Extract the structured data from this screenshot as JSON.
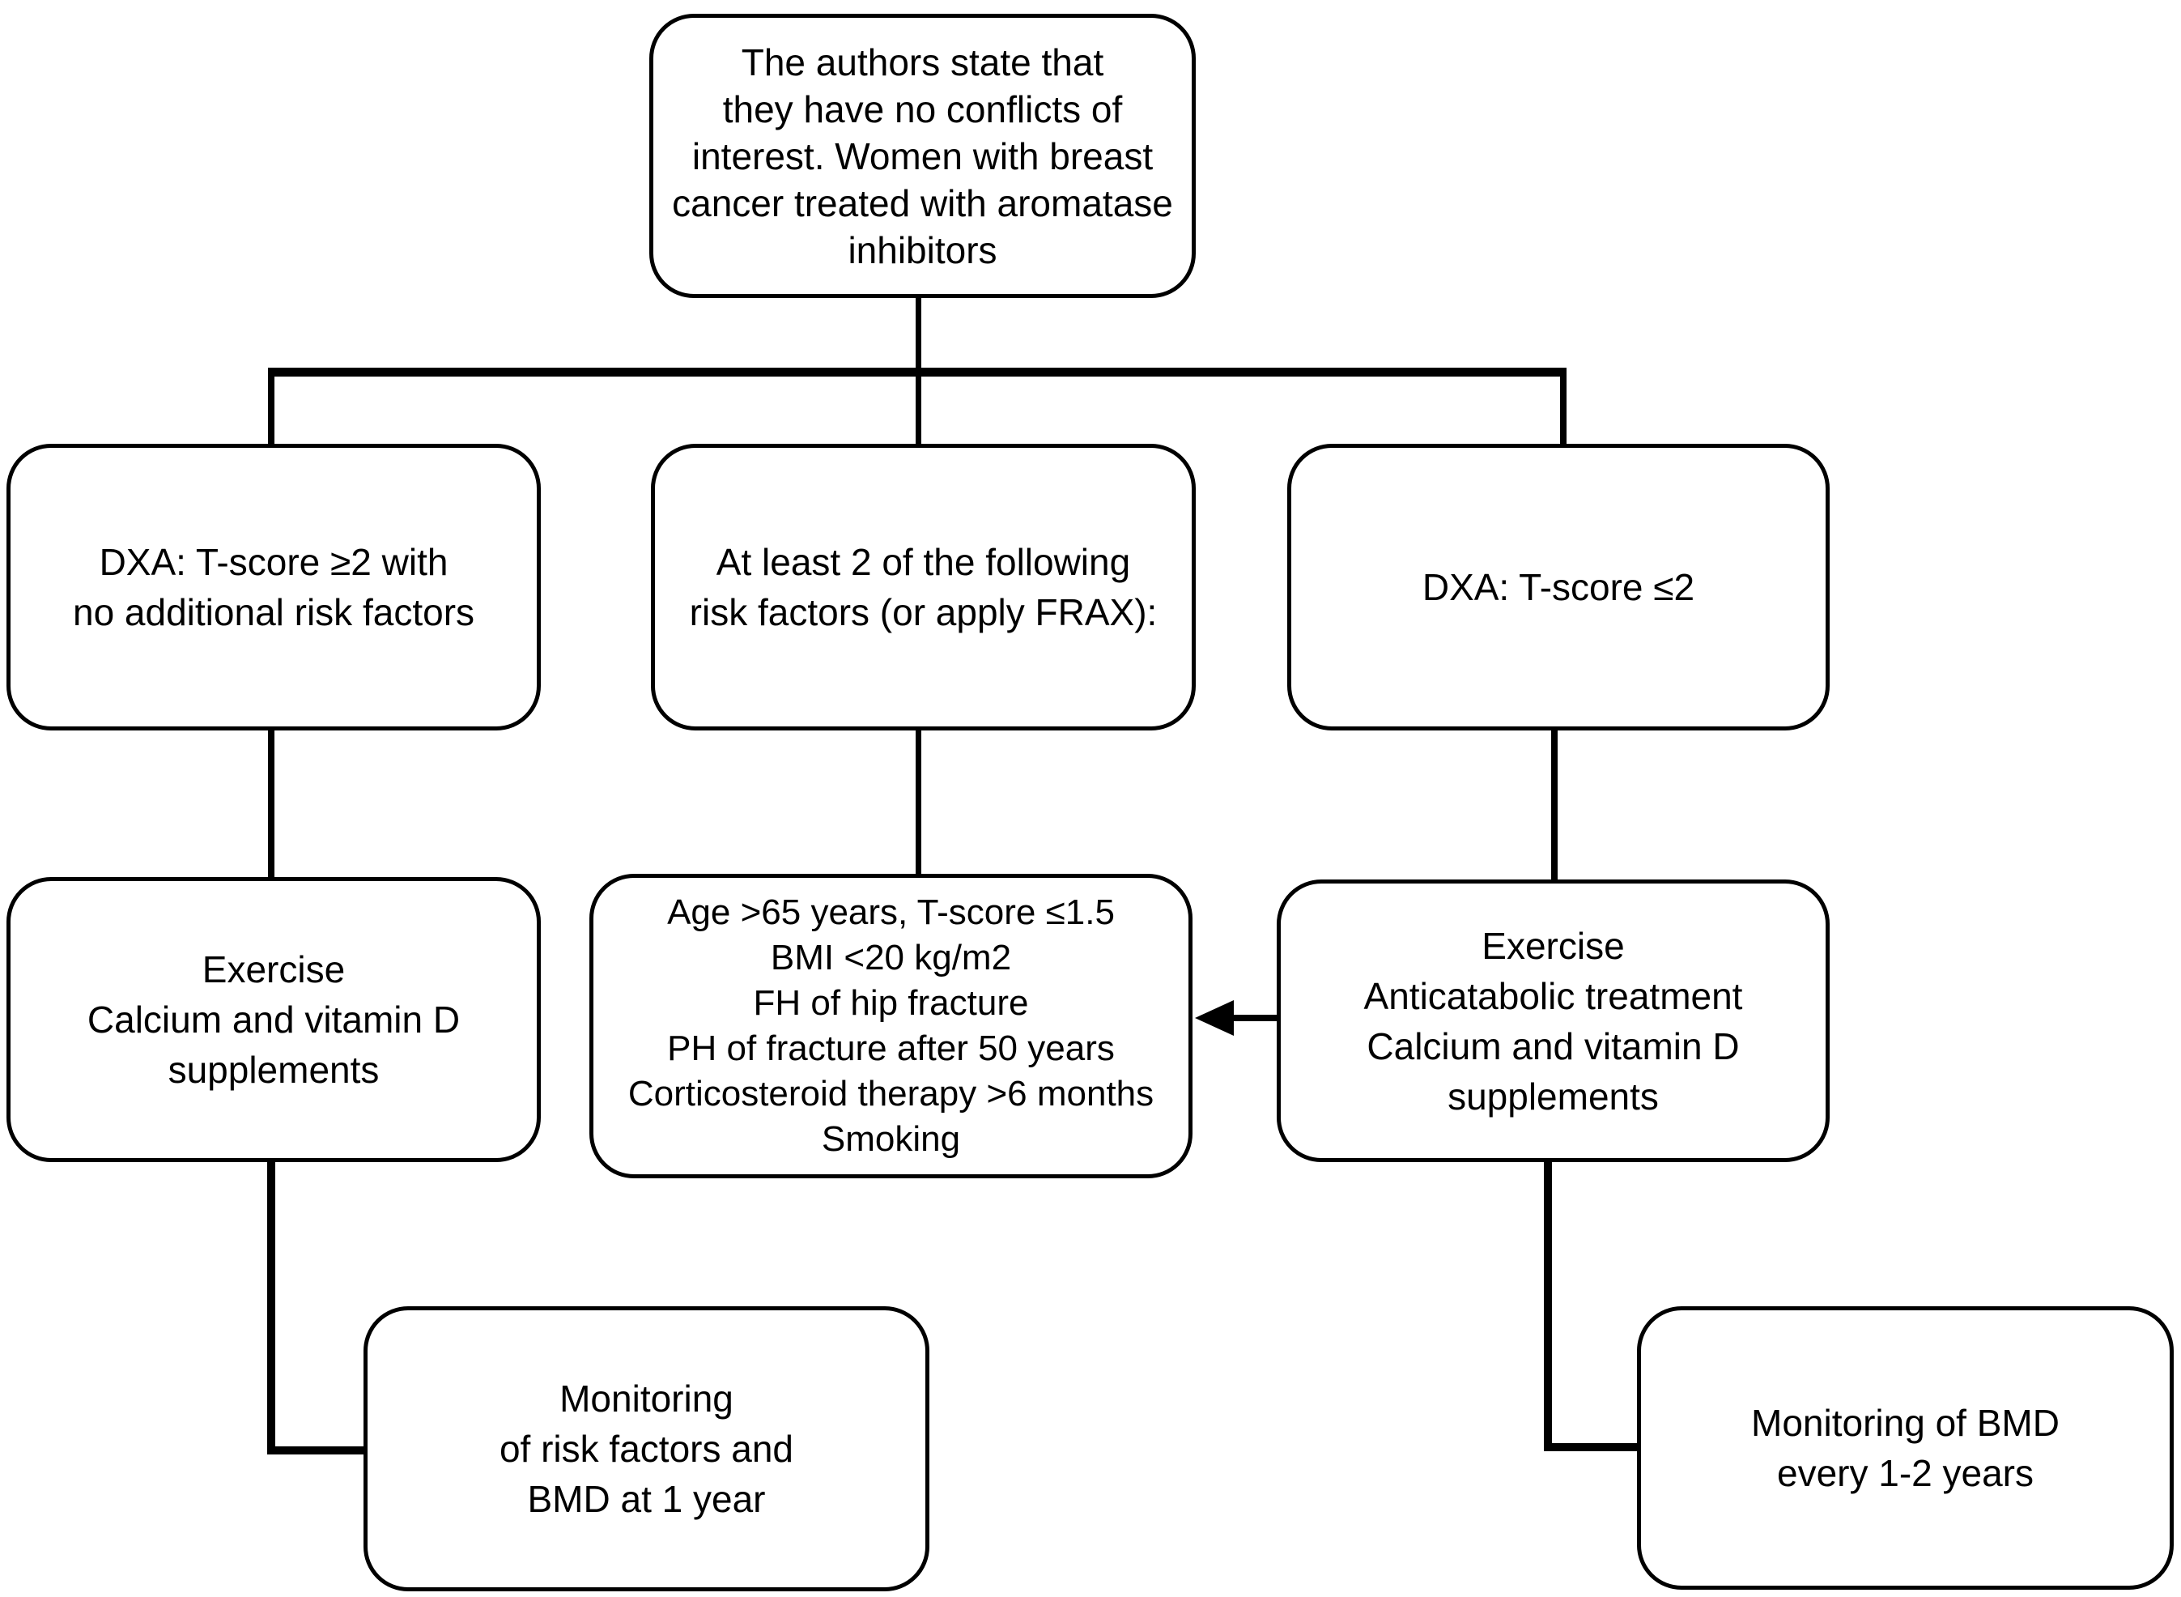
{
  "diagram": {
    "type": "flowchart",
    "background_color": "#ffffff",
    "line_color": "#000000",
    "nodes": {
      "conflicts": {
        "lines": [
          "The authors state that",
          "they have no conflicts of",
          "interest. Women with breast",
          "cancer treated with aromatase",
          "inhibitors"
        ]
      },
      "dxa_high": {
        "lines": [
          "DXA: T-score ≥2 with",
          "no additional risk factors"
        ]
      },
      "risk_factors_header": {
        "lines": [
          "At least 2 of the following",
          "risk factors (or apply FRAX):"
        ]
      },
      "dxa_low": {
        "lines": [
          "DXA: T-score ≤2"
        ]
      },
      "exercise_supplements": {
        "lines": [
          "Exercise",
          "Calcium and vitamin D",
          "supplements"
        ]
      },
      "risk_factor_list": {
        "lines": [
          "Age >65 years, T-score ≤1.5",
          "BMI <20 kg/m2",
          "FH of hip fracture",
          "PH of fracture after 50 years",
          "Corticosteroid therapy >6 months",
          "Smoking"
        ]
      },
      "exercise_anticatabolic": {
        "lines": [
          "Exercise",
          "Anticatabolic treatment",
          "Calcium and vitamin D",
          "supplements"
        ]
      },
      "monitoring_risk": {
        "lines": [
          "Monitoring",
          "of risk factors and",
          "BMD at 1 year"
        ]
      },
      "monitoring_bmd": {
        "lines": [
          "Monitoring of BMD",
          "every 1-2 years"
        ]
      }
    },
    "edges": [
      {
        "from": "conflicts",
        "to": "dxa_high",
        "style": "line"
      },
      {
        "from": "conflicts",
        "to": "risk_factors_header",
        "style": "line"
      },
      {
        "from": "conflicts",
        "to": "dxa_low",
        "style": "line"
      },
      {
        "from": "dxa_high",
        "to": "exercise_supplements",
        "style": "line"
      },
      {
        "from": "risk_factors_header",
        "to": "risk_factor_list",
        "style": "line"
      },
      {
        "from": "dxa_low",
        "to": "exercise_anticatabolic",
        "style": "line"
      },
      {
        "from": "exercise_supplements",
        "to": "monitoring_risk",
        "style": "elbow-line"
      },
      {
        "from": "exercise_anticatabolic",
        "to": "monitoring_bmd",
        "style": "elbow-line"
      },
      {
        "from": "exercise_anticatabolic",
        "to": "risk_factor_list",
        "style": "arrow"
      }
    ]
  }
}
